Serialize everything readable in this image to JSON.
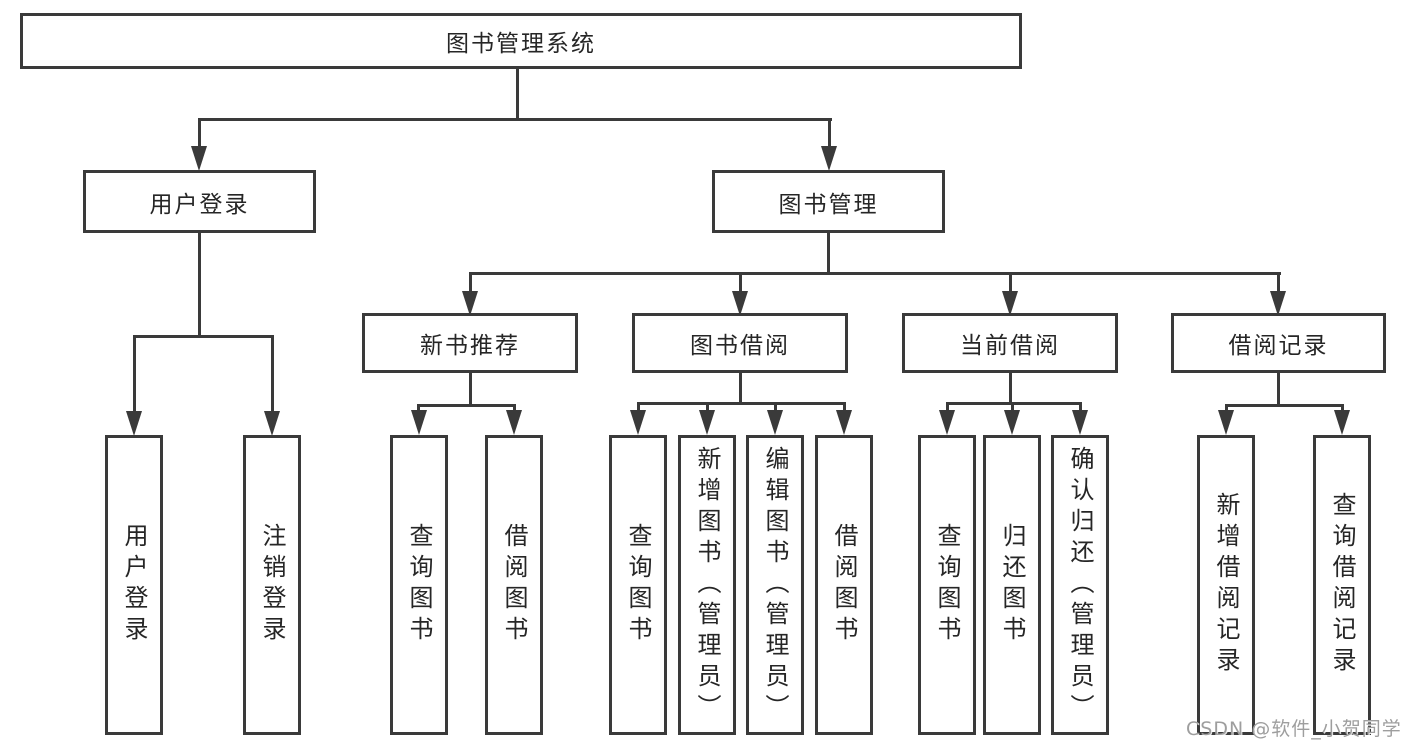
{
  "colors": {
    "line": "#3a3a3a",
    "text": "#262626",
    "background": "#ffffff",
    "watermark": "#9e9e9e"
  },
  "tree": {
    "label": "图书管理系统",
    "children": [
      {
        "label": "用户登录",
        "children": [
          {
            "label": "用户登录"
          },
          {
            "label": "注销登录"
          }
        ]
      },
      {
        "label": "图书管理",
        "children": [
          {
            "label": "新书推荐",
            "children": [
              {
                "label": "查询图书"
              },
              {
                "label": "借阅图书"
              }
            ]
          },
          {
            "label": "图书借阅",
            "children": [
              {
                "label": "查询图书"
              },
              {
                "label": "新增图书（管理员）"
              },
              {
                "label": "编辑图书（管理员）"
              },
              {
                "label": "借阅图书"
              }
            ]
          },
          {
            "label": "当前借阅",
            "children": [
              {
                "label": "查询图书"
              },
              {
                "label": "归还图书"
              },
              {
                "label": "确认归还（管理员）"
              }
            ]
          },
          {
            "label": "借阅记录",
            "children": [
              {
                "label": "新增借阅记录"
              },
              {
                "label": "查询借阅记录"
              }
            ]
          }
        ]
      }
    ]
  },
  "watermark": {
    "text": "CSDN @软件_小贺同学"
  }
}
